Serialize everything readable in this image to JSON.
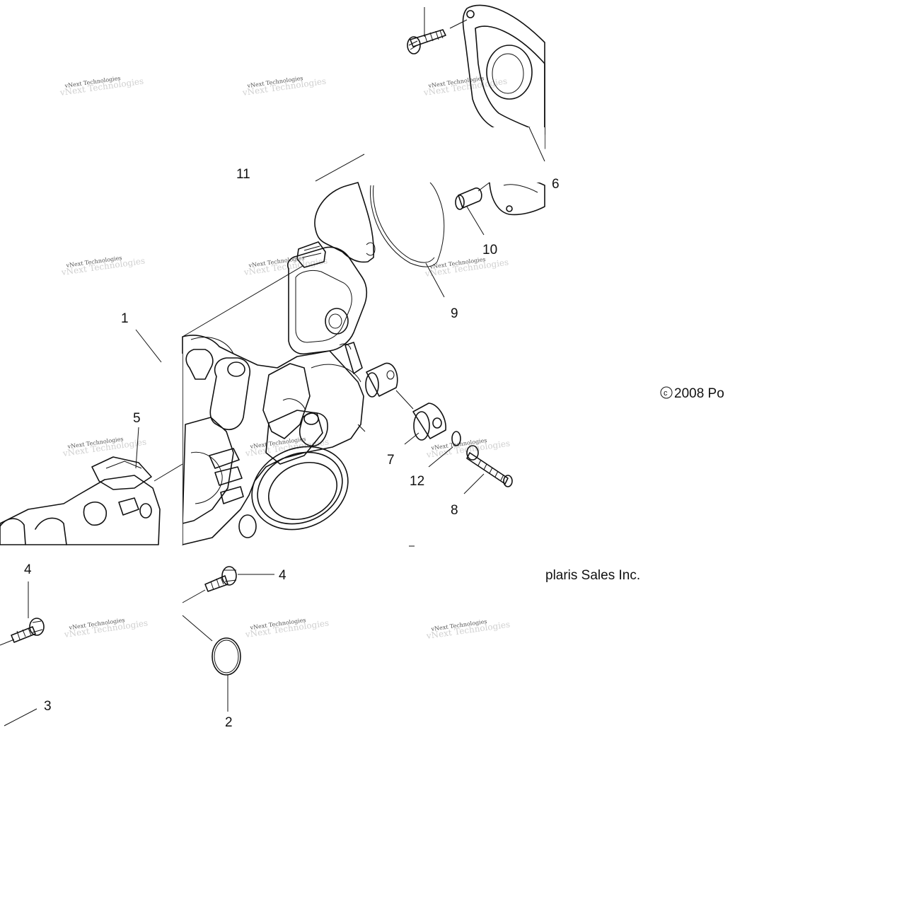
{
  "callouts": [
    {
      "id": "c1",
      "text": "1"
    },
    {
      "id": "c2",
      "text": "2"
    },
    {
      "id": "c3",
      "text": "3"
    },
    {
      "id": "c4a",
      "text": "4"
    },
    {
      "id": "c4b",
      "text": "4"
    },
    {
      "id": "c5",
      "text": "5"
    },
    {
      "id": "c6",
      "text": "6"
    },
    {
      "id": "c7",
      "text": "7"
    },
    {
      "id": "c8",
      "text": "8"
    },
    {
      "id": "c9",
      "text": "9"
    },
    {
      "id": "c10",
      "text": "10"
    },
    {
      "id": "c11",
      "text": "11"
    },
    {
      "id": "c12",
      "text": "12"
    }
  ],
  "copyright": {
    "part1": "2008 Po",
    "part2": "plaris Sales Inc.",
    "symbol": "c"
  },
  "watermark": {
    "text": "vNext Technologies"
  }
}
